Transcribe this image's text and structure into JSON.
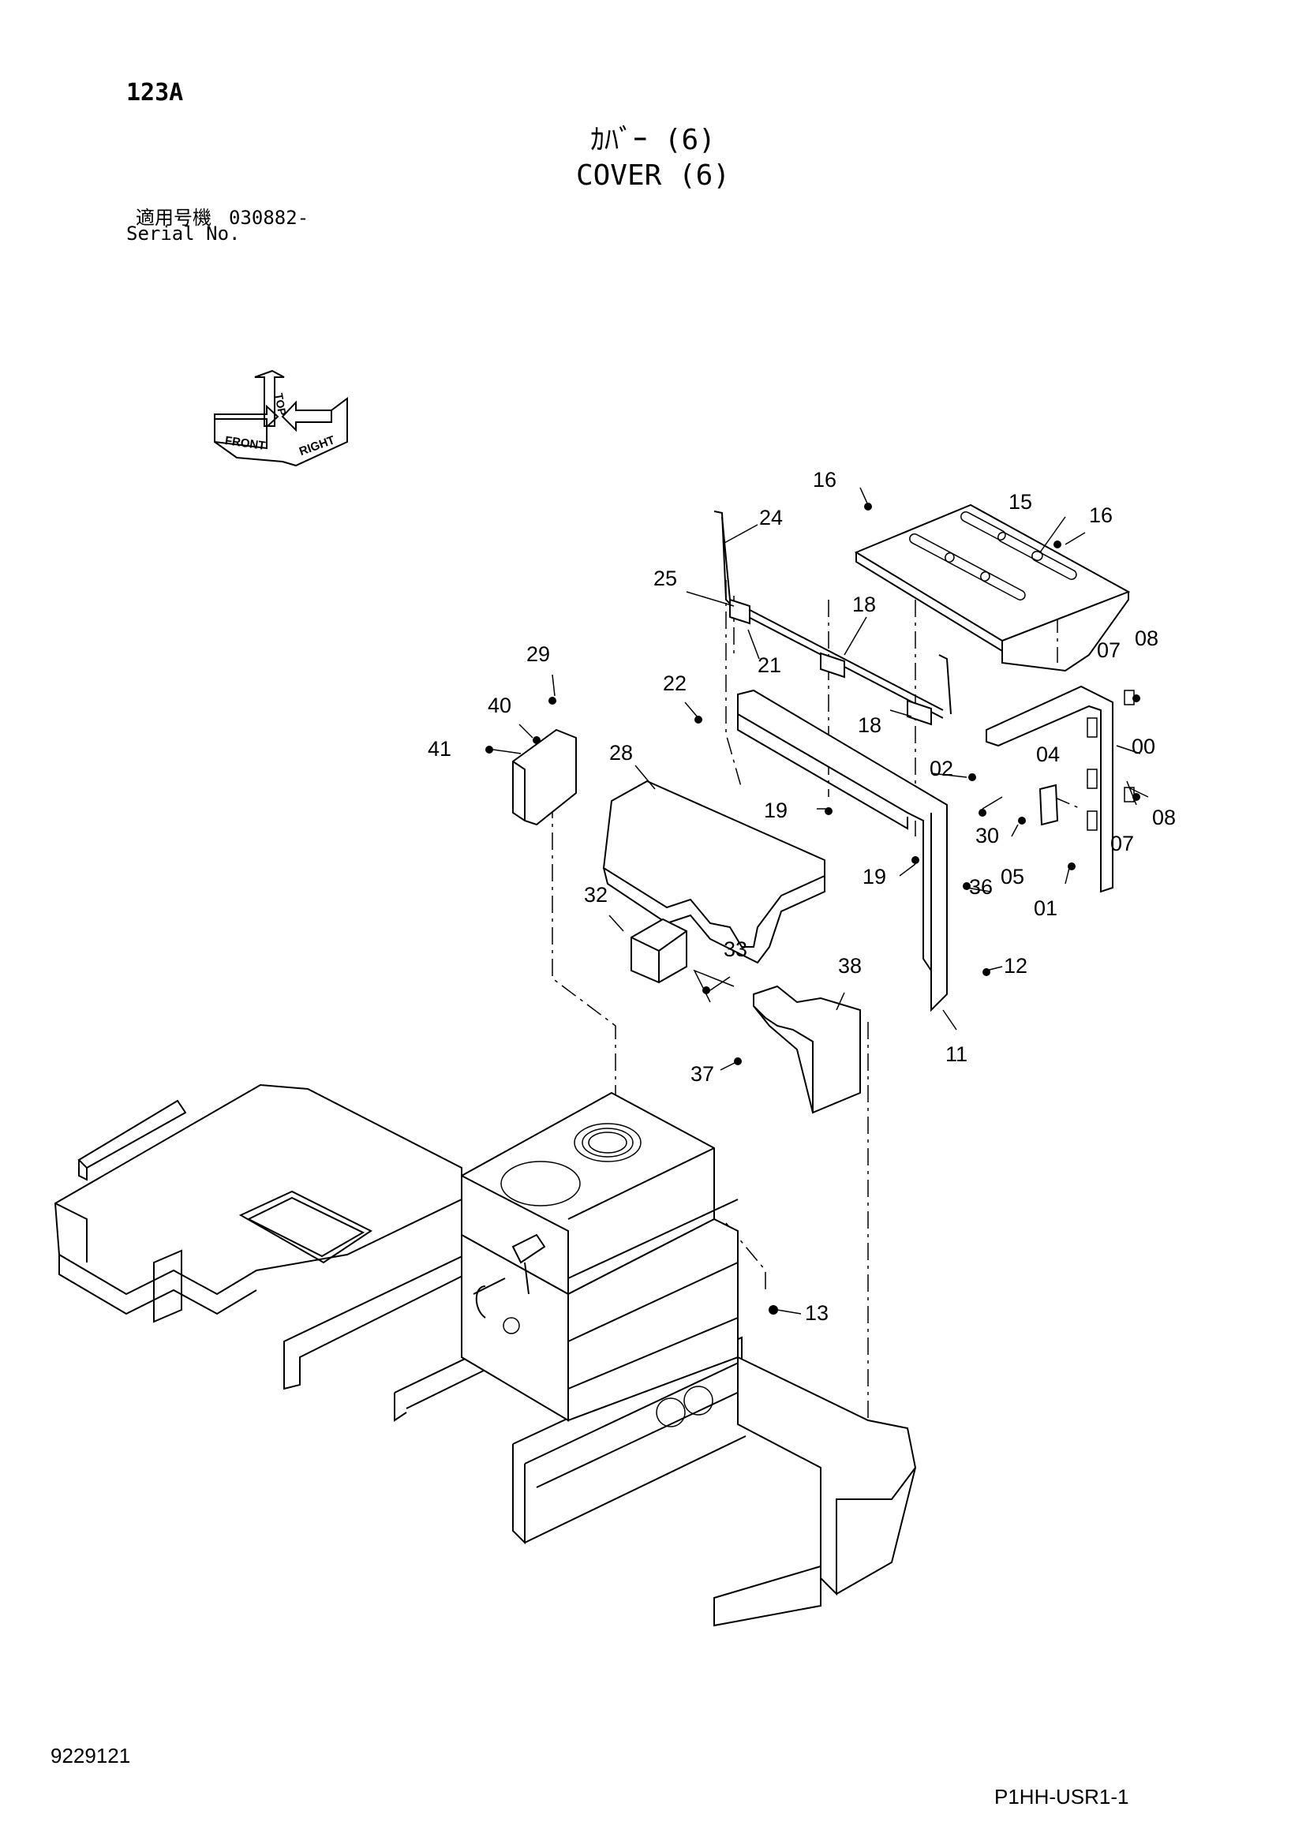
{
  "header": {
    "page_code": "123A",
    "title_jp": "ｶﾊﾞｰ (6)",
    "title_en": "COVER (6)",
    "serial_label_jp": "適用号機",
    "serial_value": "030882-",
    "serial_label_en": "Serial No."
  },
  "orientation_icon": {
    "icon": "direction-arrows-icon",
    "labels": [
      "FRONT",
      "TOP",
      "RIGHT"
    ]
  },
  "callouts": [
    "00",
    "01",
    "02",
    "04",
    "05",
    "07",
    "07",
    "08",
    "08",
    "11",
    "12",
    "13",
    "15",
    "16",
    "16",
    "18",
    "18",
    "19",
    "19",
    "21",
    "22",
    "24",
    "25",
    "28",
    "29",
    "30",
    "32",
    "33",
    "36",
    "37",
    "38",
    "40",
    "41"
  ],
  "footer": {
    "doc_number": "9229121",
    "sheet_code": "P1HH-USR1-1"
  }
}
